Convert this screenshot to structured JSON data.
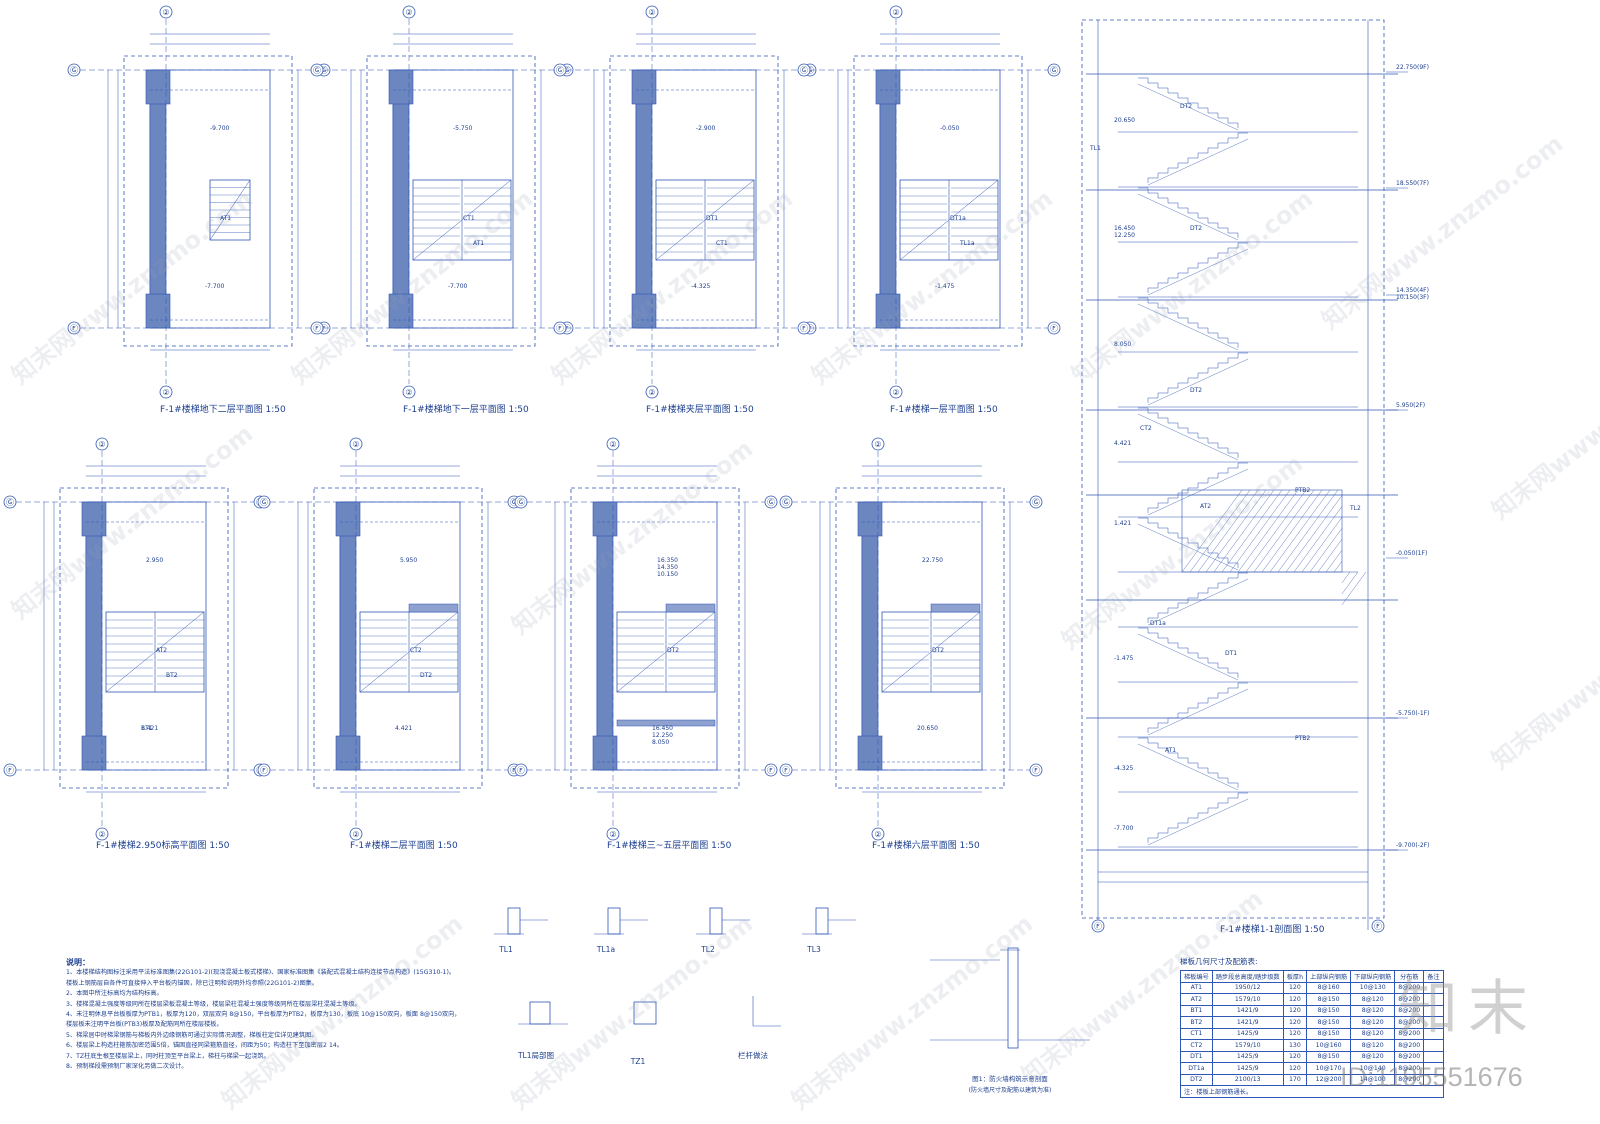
{
  "drawing": {
    "plan_titles": [
      "F-1#楼梯地下二层平面图 1:50",
      "F-1#楼梯地下一层平面图 1:50",
      "F-1#楼梯夹层平面图 1:50",
      "F-1#楼梯一层平面图 1:50",
      "F-1#楼梯2.950标高平面图 1:50",
      "F-1#楼梯二层平面图 1:50",
      "F-1#楼梯三~五层平面图 1:50",
      "F-1#楼梯六层平面图 1:50"
    ],
    "section_title": "F-1#楼梯1-1剖面图 1:50",
    "axis_labels": {
      "col": "②",
      "row_top": "Ⓖ",
      "row_bottom": "Ⓕ"
    },
    "plan_levels": [
      [
        "-9.700",
        "AT1",
        "-7.700"
      ],
      [
        "-5.750",
        "CT1",
        "AT1",
        "-7.700"
      ],
      [
        "-2.900",
        "DT1",
        "CT1",
        "-4.325"
      ],
      [
        "-0.050",
        "DT1a",
        "TL1a",
        "-1.475"
      ],
      [
        "2.950",
        "AT2",
        "BT2",
        "BT1",
        "1.421"
      ],
      [
        "5.950",
        "CT2",
        "DT2",
        "4.421"
      ],
      [
        "16.350\n14.350\n10.150",
        "DT2",
        "16.450\n12.250\n8.050"
      ],
      [
        "22.750",
        "DT2",
        "20.650"
      ]
    ],
    "section_elevations": [
      "22.750(9F)",
      "18.550(7F)",
      "14.350(4F)\n10.150(3F)",
      "5.950(2F)",
      "-0.050(1F)",
      "-5.750(-1F)",
      "-9.700(-2F)"
    ],
    "section_left_levels": [
      "20.650",
      "16.450\n12.250",
      "8.050",
      "4.421",
      "1.421",
      "-1.475",
      "-4.325",
      "-7.700"
    ],
    "section_tags": [
      "DT2",
      "DT2",
      "DT2",
      "CT2",
      "AT2",
      "PTB2",
      "DT1a",
      "DT1",
      "PTB2",
      "AT1",
      "TL1",
      "TL2"
    ],
    "details": {
      "labels": [
        "TL1",
        "TL1a",
        "TL2",
        "TL3",
        "TL1局部图",
        "TZ1",
        "栏杆做法"
      ],
      "fire_caption_1": "图1：防火墙构筑示意剖面",
      "fire_caption_2": "(防火墙尺寸及配筋以建筑为准)"
    },
    "notes": {
      "head": "说明：",
      "lines": [
        "1、本楼梯结构图标注采用平法标准图集(22G101-2)(现浇混凝土板式楼梯)、国家标准图集《装配式混凝土结构连接节点构造》(15G310-1)。",
        "   楼板上钢筋层自各件可直接伸入平台板内锚固，除已注明和说明外均参照(22G101-2)图集。",
        "2、本图中所注标高均为结构标高。",
        "3、楼梯混凝土强度等级同所在楼层梁板混凝土等级，楼层梁柱混凝土强度等级同所在楼层梁柱混凝土等级。",
        "4、未注明休息平台板板厚为PTB1，板厚为120，双层双向 8@150，平台板厚为PTB2，板厚为130，板底 10@150双向，板面 8@150双向，",
        "   楼层板未注明平台板(PTB3)板厚及配筋同所在楼层楼板。",
        "5、梯梁居中时梯梁钢筋与梯板内外边缘钢筋可通过实际情况调整，梯板柱定位详见建筑图。",
        "6、楼层梁上构造柱箍筋加密范围5倍，锚固直径同梁箍筋直径，间距为50；构造柱下至加密层2 14。",
        "7、TZ柱底生根至楼层梁上，同时柱顶至平台梁上，梯柱与梯梁一起浇筑。",
        "8、预制梯段需预制厂家深化另做二次设计。"
      ]
    },
    "table": {
      "caption": "梯板几何尺寸及配筋表:",
      "headers": [
        "梯板编号",
        "踏步段总高度/踏步级数",
        "板厚h",
        "上部纵向钢筋",
        "下部纵向钢筋",
        "分布筋",
        "备注"
      ],
      "rows": [
        [
          "AT1",
          "1950/12",
          "120",
          "8@160",
          "10@130",
          "8@200",
          ""
        ],
        [
          "AT2",
          "1579/10",
          "120",
          "8@150",
          "8@120",
          "8@200",
          ""
        ],
        [
          "BT1",
          "1421/9",
          "120",
          "8@150",
          "8@120",
          "8@200",
          ""
        ],
        [
          "BT2",
          "1421/9",
          "120",
          "8@150",
          "8@120",
          "8@200",
          ""
        ],
        [
          "CT1",
          "1425/9",
          "120",
          "8@150",
          "8@120",
          "8@200",
          ""
        ],
        [
          "CT2",
          "1579/10",
          "130",
          "10@160",
          "8@120",
          "8@200",
          ""
        ],
        [
          "DT1",
          "1425/9",
          "120",
          "8@150",
          "8@120",
          "8@200",
          ""
        ],
        [
          "DT1a",
          "1425/9",
          "120",
          "10@170",
          "10@140",
          "8@200",
          ""
        ],
        [
          "DT2",
          "2100/13",
          "170",
          "12@200",
          "14@100",
          "8@200",
          ""
        ]
      ],
      "footnote": "注：楼板上部钢筋通长。"
    },
    "watermark": {
      "text": "知末网www.znzmo.com",
      "brand": "知末",
      "id": "ID:1195551676"
    }
  }
}
